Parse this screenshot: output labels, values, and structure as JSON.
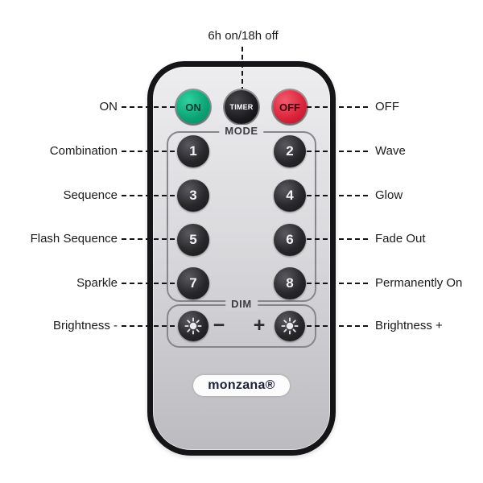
{
  "annotations": {
    "top": {
      "label": "6h on/18h off"
    },
    "left": [
      "ON",
      "Combination",
      "Sequence",
      "Flash Sequence",
      "Sparkle",
      "Brightness -"
    ],
    "right": [
      "OFF",
      "Wave",
      "Glow",
      "Fade Out",
      "Permanently On",
      "Brightness +"
    ]
  },
  "remote": {
    "power": {
      "on": "ON",
      "timer": "TIMER",
      "off": "OFF"
    },
    "mode": {
      "title": "MODE",
      "buttons": [
        "1",
        "2",
        "3",
        "4",
        "5",
        "6",
        "7",
        "8"
      ]
    },
    "dim": {
      "title": "DIM",
      "minus": "−",
      "plus": "+"
    },
    "brand": "monzana®"
  },
  "colors": {
    "on_green": "#0ba173",
    "off_red": "#d92239",
    "button_dark": "#28282b",
    "body_silver": "#dadadd"
  }
}
